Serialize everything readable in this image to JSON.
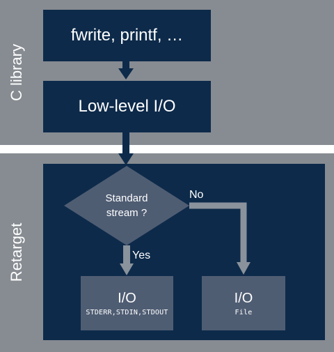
{
  "sections": {
    "top_label": "C library",
    "bottom_label": "Retarget"
  },
  "nodes": {
    "fwrite": "fwrite, printf, …",
    "lowlevel": "Low-level I/O",
    "decision_line1": "Standard",
    "decision_line2": "stream ?",
    "io_std_title": "I/O",
    "io_std_sub": "STDERR,STDIN,STDOUT",
    "io_file_title": "I/O",
    "io_file_sub": "File"
  },
  "edges": {
    "no_label": "No",
    "yes_label": "Yes"
  },
  "colors": {
    "background": "#878c92",
    "dark_box": "#0d2a4a",
    "mid_box": "#4f5d73",
    "separator": "#ffffff",
    "arrow_dark": "#0d2a4a",
    "arrow_light": "#8a929c"
  }
}
